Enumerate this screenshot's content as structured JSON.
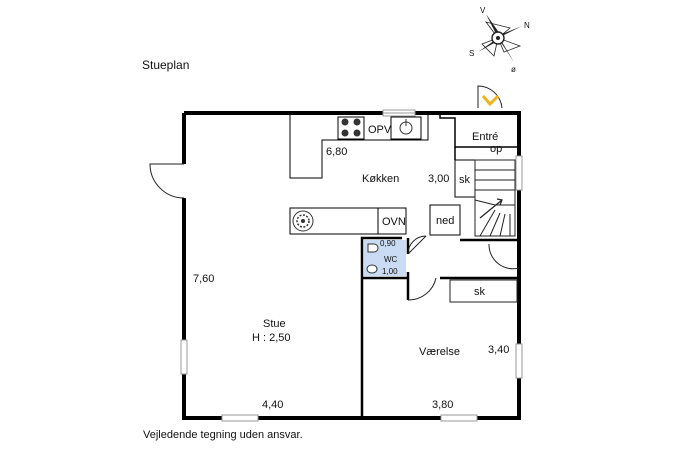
{
  "plan_title": "Stueplan",
  "footer_note": "Vejledende tegning uden ansvar.",
  "compass": {
    "n": "N",
    "s": "S",
    "v": "V",
    "o": "ø"
  },
  "rooms": {
    "kitchen": {
      "name": "Køkken",
      "width": "6,80",
      "depth": "3,00"
    },
    "entry": {
      "name": "Entré",
      "stair": "op"
    },
    "living": {
      "name": "Stue",
      "height": "H : 2,50",
      "depth": "7,60",
      "width": "4,40"
    },
    "bedroom": {
      "name": "Værelse",
      "depth": "3,40",
      "width": "3,80"
    },
    "wc": {
      "name": "WC",
      "width": "0,90",
      "depth": "1,00"
    }
  },
  "fixtures": {
    "oven": "OVN",
    "dishwasher": "OPV",
    "wardrobe_entry": "sk",
    "wardrobe_bedroom": "sk",
    "stair_down": "ned"
  },
  "colors": {
    "wall": "#000000",
    "wc_fill": "#c9dcf4",
    "door_arrow": "#f2b21c",
    "window": "#bdbdbd"
  }
}
